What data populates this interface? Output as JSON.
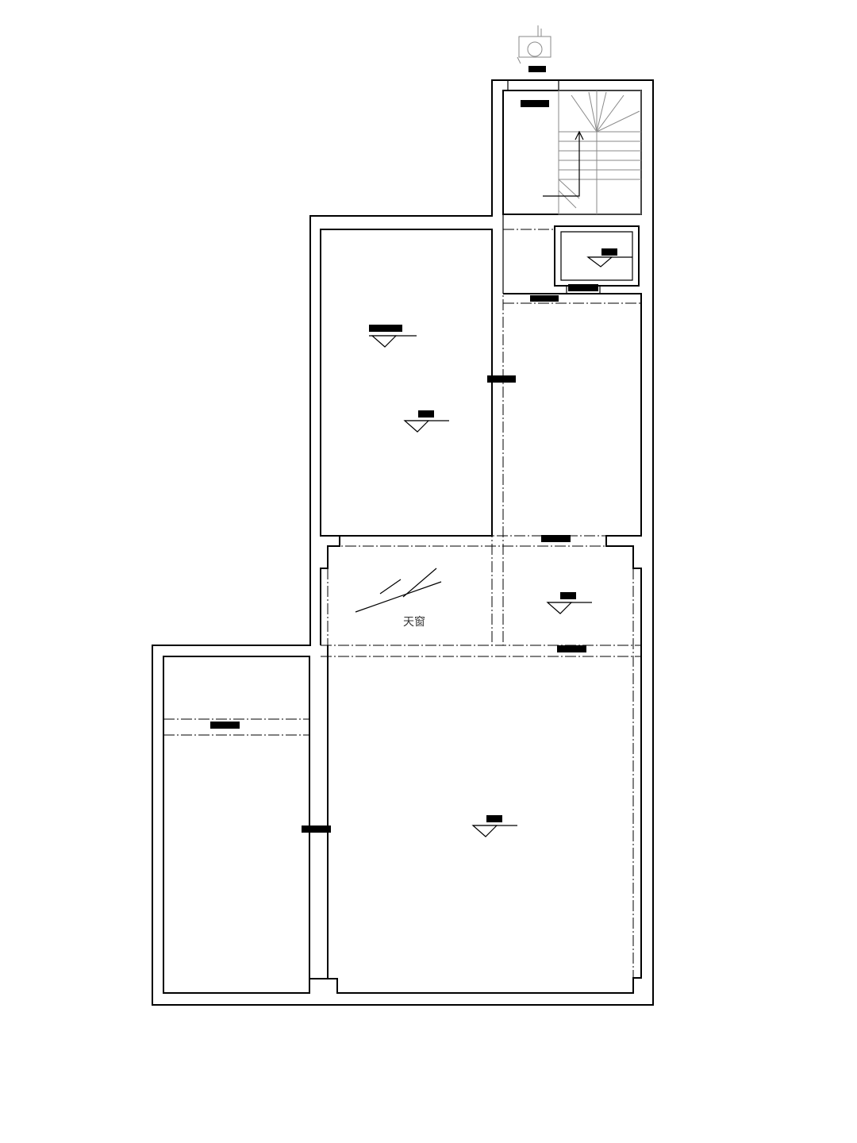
{
  "plan": {
    "skylight_label": "天窗"
  },
  "icons": {
    "elevation_marker": "level-triangle",
    "compass": "north-arrow"
  },
  "colors": {
    "line": "#000000",
    "stair": "#8a8a8a",
    "background": "#ffffff"
  }
}
